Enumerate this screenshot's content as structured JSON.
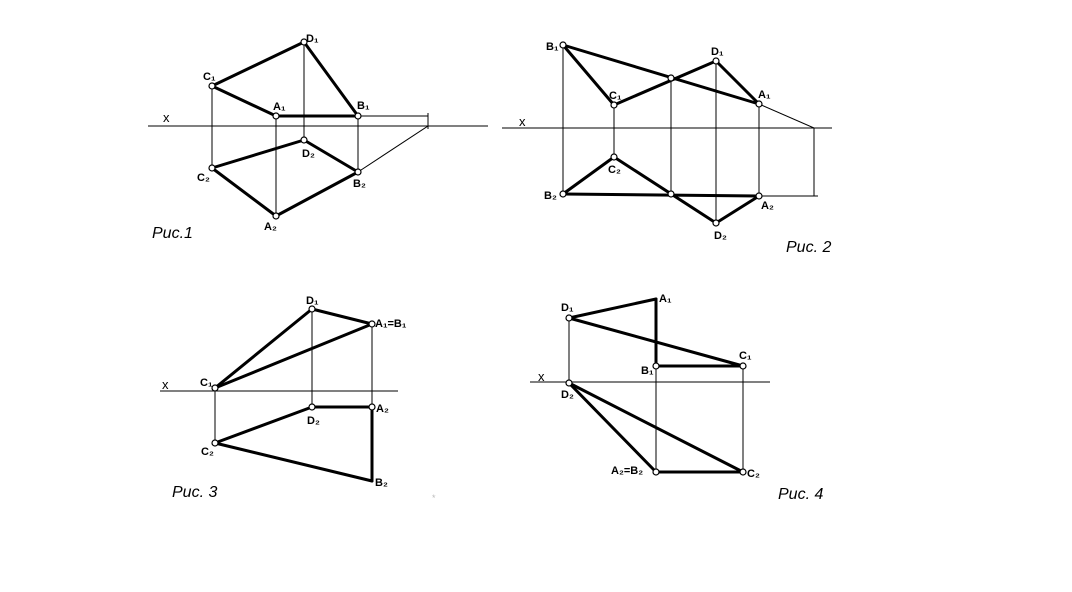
{
  "figures": [
    {
      "caption": "Рис.1",
      "axis_label": "x",
      "labels": {
        "A1": "A₁",
        "B1": "B₁",
        "C1": "C₁",
        "D1": "D₁",
        "A2": "A₂",
        "B2": "B₂",
        "C2": "C₂",
        "D2": "D₂"
      }
    },
    {
      "caption": "Рис. 2",
      "axis_label": "x",
      "labels": {
        "A1": "A₁",
        "B1": "B₁",
        "C1": "C₁",
        "D1": "D₁",
        "A2": "A₂",
        "B2": "B₂",
        "C2": "C₂",
        "D2": "D₂"
      }
    },
    {
      "caption": "Рис. 3",
      "axis_label": "x",
      "labels": {
        "AB1": "A₁=B₁",
        "C1": "C₁",
        "D1": "D₁",
        "A2": "A₂",
        "B2": "B₂",
        "C2": "C₂",
        "D2": "D₂"
      }
    },
    {
      "caption": "Рис. 4",
      "axis_label": "x",
      "labels": {
        "A1": "A₁",
        "B1": "B₁",
        "C1": "C₁",
        "D1": "D₁",
        "AB2": "A₂=B₂",
        "C2": "C₂",
        "D2": "D₂"
      }
    }
  ]
}
